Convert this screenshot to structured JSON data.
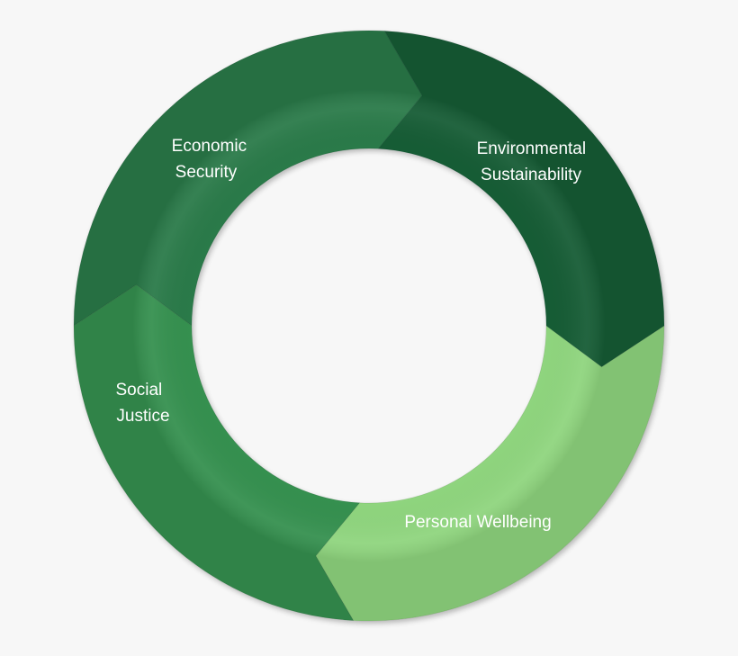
{
  "diagram": {
    "type": "cycle",
    "segments": [
      {
        "id": "economic",
        "lines": [
          "Economic",
          "Security"
        ],
        "color": "#2a7a49"
      },
      {
        "id": "environmental",
        "lines": [
          "Environmental",
          "Sustainability"
        ],
        "color": "#135c36"
      },
      {
        "id": "personal",
        "lines": [
          "Personal Wellbeing"
        ],
        "color": "#8fd57e"
      },
      {
        "id": "social",
        "lines": [
          "Social",
          "Justice"
        ],
        "color": "#35904f"
      }
    ]
  }
}
